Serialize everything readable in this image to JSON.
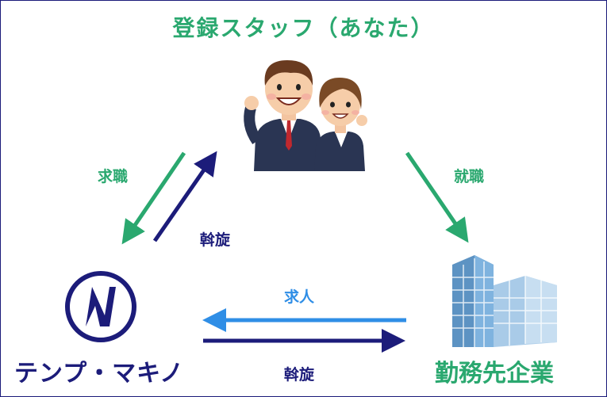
{
  "title": "登録スタッフ（あなた）",
  "labels": {
    "job_seek": "求職",
    "employment": "就職",
    "mediation_left": "斡旋",
    "job_offer": "求人",
    "mediation_bottom": "斡旋"
  },
  "nodes": {
    "agency_name": "テンプ・マキノ",
    "company_name": "勤務先企業"
  },
  "icons": {
    "staff": "two-staff-illustration",
    "agency_logo": "temp-makino-logo",
    "company": "office-building-icon"
  },
  "colors": {
    "green": "#2aa86f",
    "navy": "#1c1c7a",
    "blue": "#2f8ee6",
    "building": "#6fa8d6"
  }
}
